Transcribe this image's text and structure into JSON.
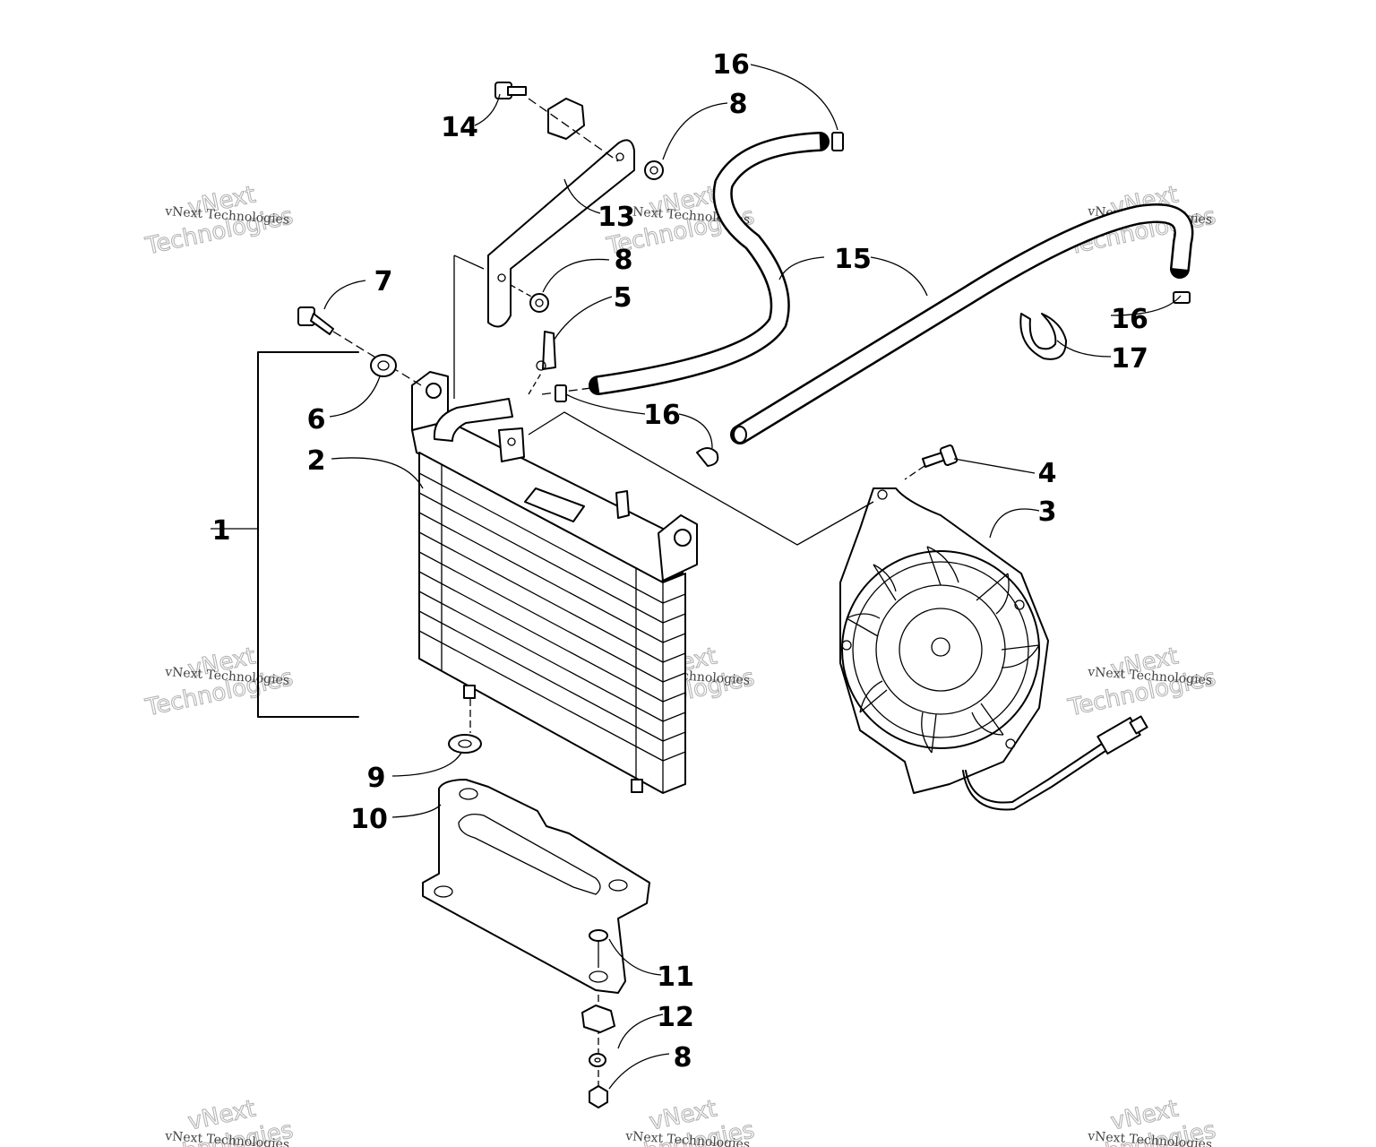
{
  "callouts": {
    "c1": "1",
    "c2": "2",
    "c3": "3",
    "c4": "4",
    "c5": "5",
    "c6": "6",
    "c7": "7",
    "c8a": "8",
    "c8b": "8",
    "c8c": "8",
    "c9": "9",
    "c10": "10",
    "c11": "11",
    "c12": "12",
    "c13": "13",
    "c14": "14",
    "c15": "15",
    "c16a": "16",
    "c16b": "16",
    "c16c": "16",
    "c17": "17"
  },
  "watermark": {
    "small": "vNext Technologies",
    "large1": "vNext",
    "large2": "Technologies"
  }
}
